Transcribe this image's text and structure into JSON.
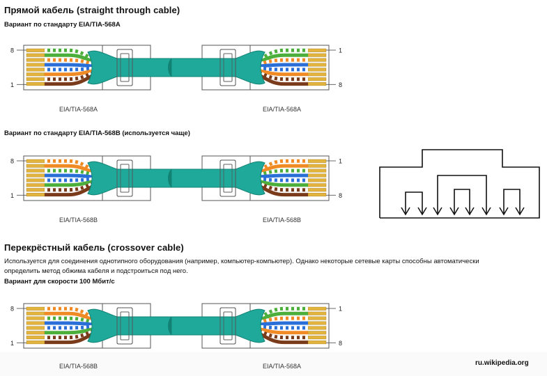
{
  "sections": {
    "straight": {
      "title": "Прямой кабель (straight through cable)",
      "variant_a": "Вариант по стандарту EIA/TIA-568A",
      "variant_b": "Вариант по стандарту EIA/TIA-568B (используется чаще)"
    },
    "crossover": {
      "title": "Перекрёстный кабель (crossover cable)",
      "desc_line1": "Используется для соединения однотипного оборудования (например, компьютер-компьютер). Однако некоторые сетевые карты способны автоматически",
      "desc_line2": "определить метод обжима кабеля и подстроиться под него.",
      "speed": "Вариант для скорости 100 Мбит/с"
    }
  },
  "pins": {
    "left_top": "8",
    "left_bottom": "1",
    "right_top": "1",
    "right_bottom": "8"
  },
  "connectors": {
    "row1": {
      "left": "EIA/TIA-568A",
      "right": "EIA/TIA-568A"
    },
    "row2": {
      "left": "EIA/TIA-568B",
      "right": "EIA/TIA-568B"
    },
    "row3": {
      "left": "EIA/TIA-568B",
      "right": "EIA/TIA-568A"
    }
  },
  "wiring_orders": {
    "t568a": [
      "white-green",
      "green",
      "white-orange",
      "blue",
      "white-blue",
      "orange",
      "white-brown",
      "brown"
    ],
    "t568b": [
      "white-orange",
      "orange",
      "white-green",
      "blue",
      "white-blue",
      "green",
      "white-brown",
      "brown"
    ]
  },
  "credit": "ru.wikipedia.org",
  "colors": {
    "cable": "#1fa99a",
    "cable_dark": "#128274",
    "plug": "#fdfdfd",
    "outline": "#555555",
    "orange": "#f08a24",
    "green": "#4caf3c",
    "blue": "#2a6fd8",
    "brown": "#7a3b1b",
    "contact": "#e3b43d"
  }
}
